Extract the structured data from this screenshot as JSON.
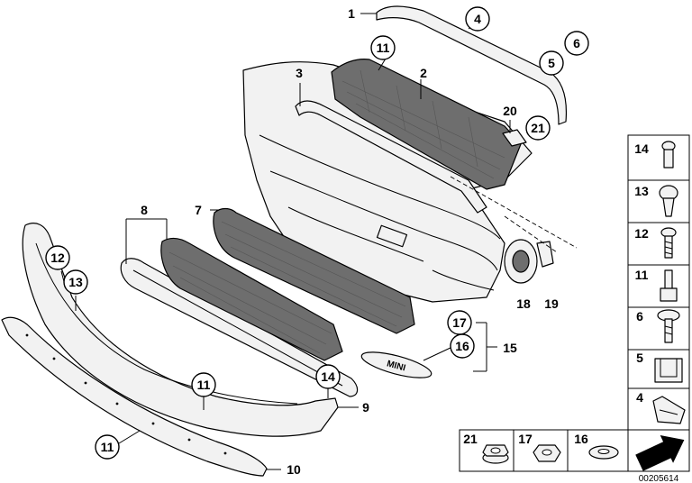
{
  "diagram_id": "00205614",
  "callouts": {
    "c1": "1",
    "c2": "2",
    "c3": "3",
    "c4": "4",
    "c5": "5",
    "c6": "6",
    "c7": "7",
    "c8": "8",
    "c9": "9",
    "c10": "10",
    "c11a": "11",
    "c11b": "11",
    "c11c": "11",
    "c12": "12",
    "c13": "13",
    "c14": "14",
    "c15": "15",
    "c16": "16",
    "c17": "17",
    "c18": "18",
    "c19": "19",
    "c20": "20",
    "c21": "21"
  },
  "badge_text": "MINI",
  "side_panel": [
    "14",
    "13",
    "12",
    "11",
    "6",
    "5",
    "4"
  ],
  "bottom_panel": [
    "21",
    "17",
    "16"
  ]
}
